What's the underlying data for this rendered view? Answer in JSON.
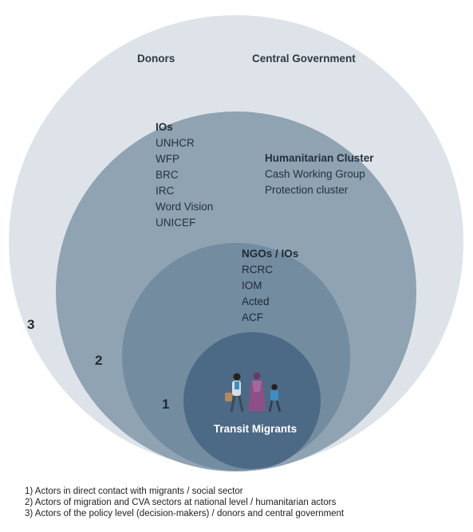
{
  "rings": {
    "outer": {
      "number": "3",
      "labels": [
        "Donors",
        "Central Government"
      ],
      "color": "#dde3e8"
    },
    "middle": {
      "number": "2",
      "ios": {
        "heading": "IOs",
        "items": [
          "UNHCR",
          "WFP",
          "BRC",
          "IRC",
          "Word Vision",
          "UNICEF"
        ]
      },
      "cluster": {
        "heading": "Humanitarian Cluster",
        "items": [
          "Cash Working Group",
          "Protection cluster"
        ]
      },
      "color": "#8fa3b2"
    },
    "inner": {
      "number": "1",
      "ngos": {
        "heading": "NGOs / IOs",
        "items": [
          "RCRC",
          "IOM",
          "Acted",
          "ACF"
        ]
      },
      "color": "#748ca0"
    },
    "core": {
      "label": "Transit Migrants",
      "icon": "migrant-family-icon",
      "color": "#4c6a86"
    }
  },
  "legend": [
    "1) Actors in direct contact with migrants / social sector",
    "2) Actors of migration and CVA sectors at national level / humanitarian actors",
    "3) Actors of the policy level (decision-makers) / donors and central government"
  ]
}
